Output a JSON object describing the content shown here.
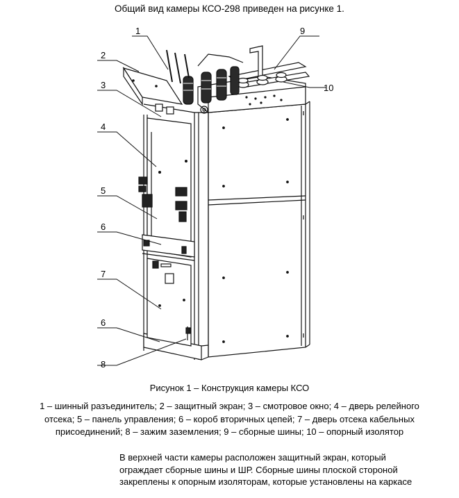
{
  "heading": "Общий вид камеры КСО-298 приведен на рисунке 1.",
  "figure": {
    "callouts": [
      "1",
      "2",
      "3",
      "4",
      "5",
      "6",
      "7",
      "6",
      "8",
      "9",
      "10"
    ]
  },
  "caption": "Рисунок 1 – Конструкция камеры КСО",
  "legend_lines": [
    "1 – шинный разъединитель; 2 – защитный экран; 3 – смотровое окно; 4 – дверь релейного",
    "отсека; 5 – панель управления; 6 – короб вторичных цепей; 7 – дверь отсека кабельных",
    "присоединений; 8 – зажим заземления; 9 – сборные шины; 10 – опорный изолятор"
  ],
  "body_lines": [
    "В верхней части камеры расположен защитный экран, который",
    "ограждает сборные шины и ШР. Сборные шины плоской стороной",
    "закреплены к опорным изоляторам, которые установлены на каркасе"
  ]
}
